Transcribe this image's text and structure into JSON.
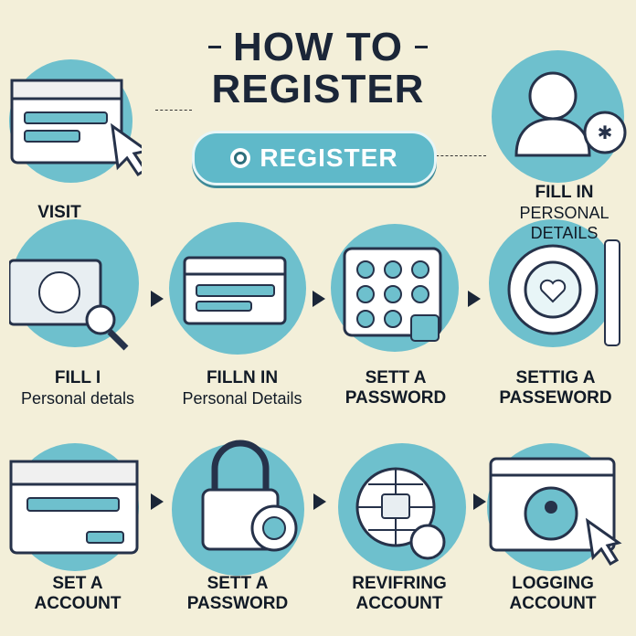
{
  "title": {
    "line1": "HOW TO",
    "line2": "REGISTER"
  },
  "register_button": {
    "label": "REGISTER"
  },
  "steps": [
    {
      "label": "VISIT",
      "sub": ""
    },
    {
      "label": "FILL IN",
      "sub": "PERSONAL DETAILS"
    },
    {
      "label": "FILL I",
      "sub": "Personal detals"
    },
    {
      "label": "FILLN IN",
      "sub": "Personal Details"
    },
    {
      "label": "SETT A",
      "sub": "PASSWORD"
    },
    {
      "label": "SETTIG A",
      "sub": "PASSEWORD"
    },
    {
      "label": "SET A",
      "sub": "ACCOUNT"
    },
    {
      "label": "SETT A",
      "sub": "PASSWORD"
    },
    {
      "label": "REVIFRING",
      "sub": "ACCOUNT"
    },
    {
      "label": "LOGGING",
      "sub": "ACCOUNT"
    }
  ],
  "colors": {
    "background": "#f3efd9",
    "accent": "#6ec0cd",
    "text": "#1b2638"
  }
}
